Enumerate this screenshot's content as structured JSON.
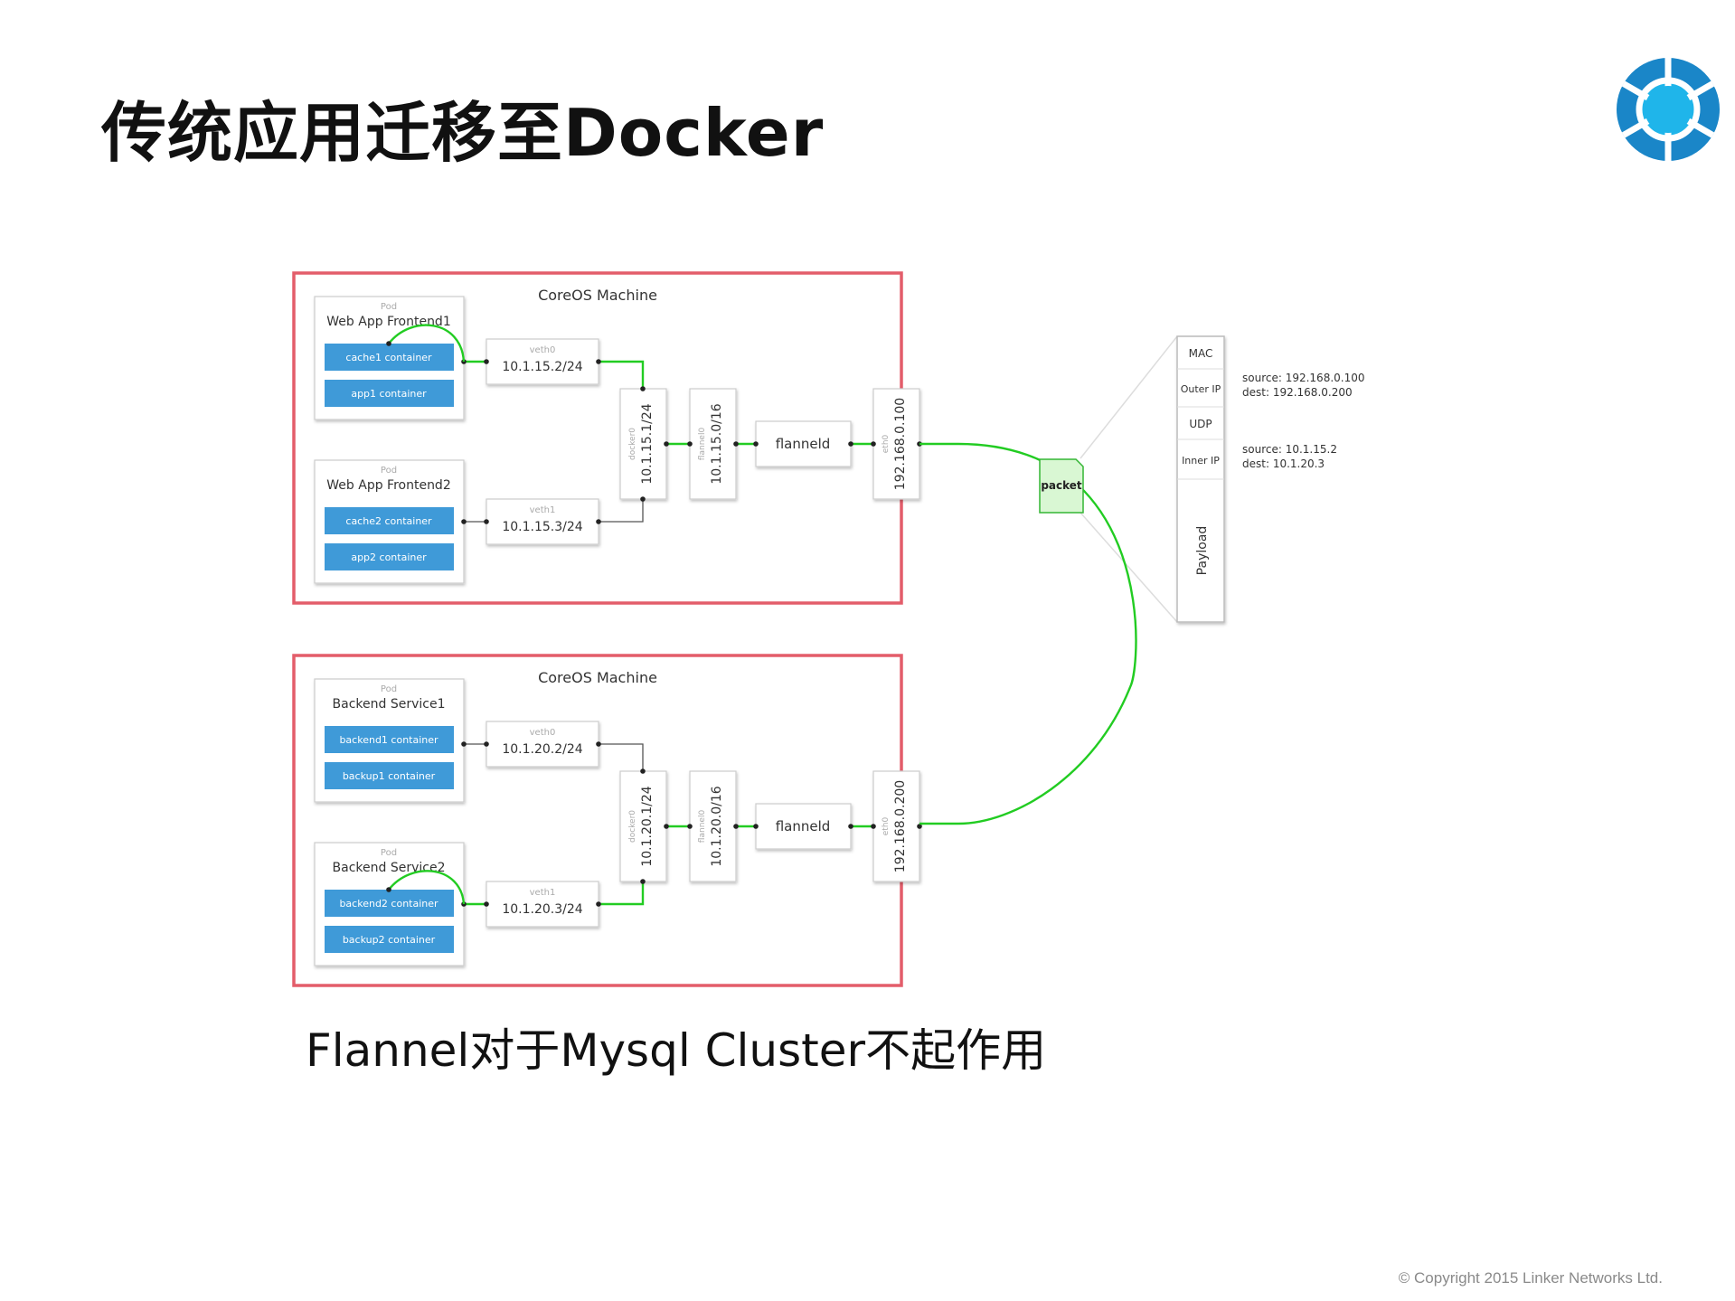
{
  "title": "传统应用迁移至Docker",
  "subtitle": "Flannel对于Mysql Cluster不起作用",
  "copyright": "© Copyright 2015 Linker Networks Ltd.",
  "colors": {
    "machine_border": "#e35d6a",
    "container_fill": "#3f9ad8",
    "link_green": "#22cc22",
    "packet_fill": "#d9f7d3",
    "logo_blue": "#1a86c8",
    "logo_cyan": "#1fb5ea"
  },
  "logo": {
    "icon": "linker-networks-logo-icon"
  },
  "diagram": {
    "machines": [
      {
        "label": "CoreOS Machine",
        "pods": [
          {
            "tag": "Pod",
            "name": "Web App Frontend1",
            "containers": [
              "cache1 container",
              "app1 container"
            ]
          },
          {
            "tag": "Pod",
            "name": "Web App Frontend2",
            "containers": [
              "cache2 container",
              "app2 container"
            ]
          }
        ],
        "veths": [
          {
            "tag": "veth0",
            "ip": "10.1.15.2/24"
          },
          {
            "tag": "veth1",
            "ip": "10.1.15.3/24"
          }
        ],
        "docker0": {
          "tag": "docker0",
          "ip": "10.1.15.1/24"
        },
        "flannel0": {
          "tag": "flannel0",
          "ip": "10.1.15.0/16"
        },
        "flanneld": "flanneld",
        "eth0": {
          "tag": "eth0",
          "ip": "192.168.0.100"
        }
      },
      {
        "label": "CoreOS Machine",
        "pods": [
          {
            "tag": "Pod",
            "name": "Backend Service1",
            "containers": [
              "backend1 container",
              "backup1 container"
            ]
          },
          {
            "tag": "Pod",
            "name": "Backend Service2",
            "containers": [
              "backend2 container",
              "backup2 container"
            ]
          }
        ],
        "veths": [
          {
            "tag": "veth0",
            "ip": "10.1.20.2/24"
          },
          {
            "tag": "veth1",
            "ip": "10.1.20.3/24"
          }
        ],
        "docker0": {
          "tag": "docker0",
          "ip": "10.1.20.1/24"
        },
        "flannel0": {
          "tag": "flannel0",
          "ip": "10.1.20.0/16"
        },
        "flanneld": "flanneld",
        "eth0": {
          "tag": "eth0",
          "ip": "192.168.0.200"
        }
      }
    ],
    "packet": {
      "label": "packet",
      "fields": [
        "MAC",
        "Outer IP",
        "UDP",
        "Inner IP",
        "Payload"
      ],
      "outer_source": "source: 192.168.0.100",
      "outer_dest": "dest: 192.168.0.200",
      "inner_source": "source: 10.1.15.2",
      "inner_dest": "dest: 10.1.20.3"
    }
  }
}
